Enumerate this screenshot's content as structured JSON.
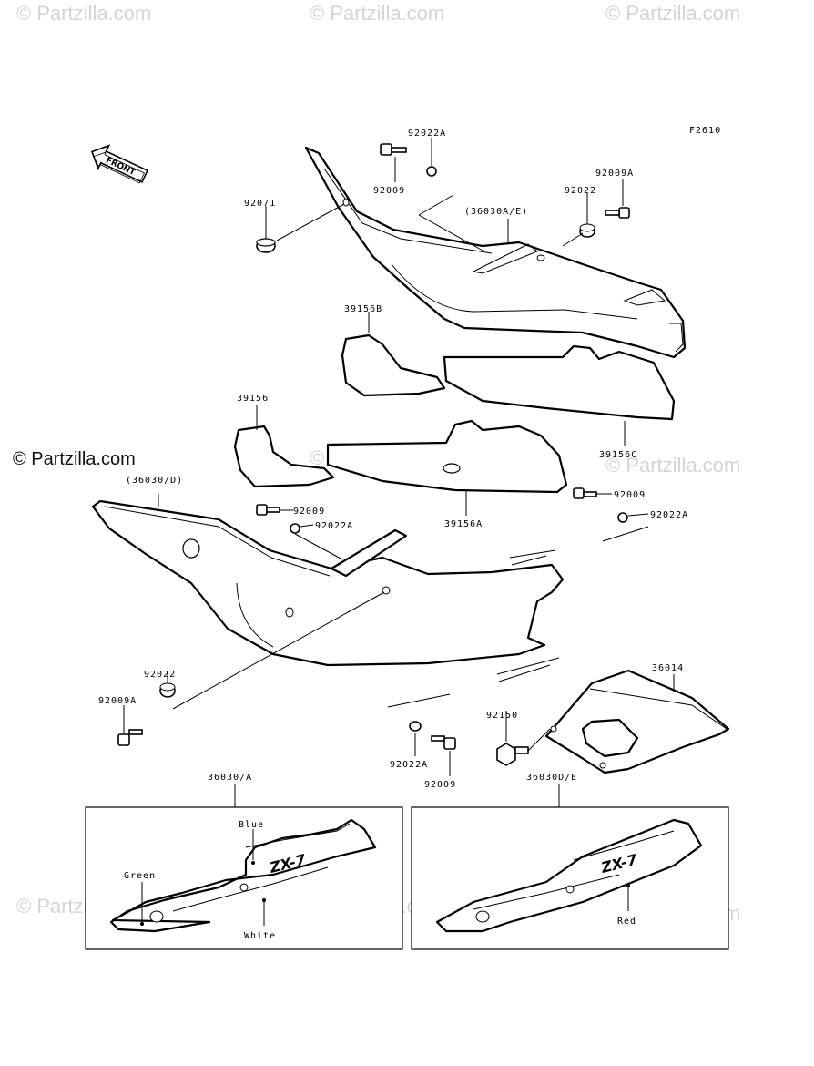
{
  "watermark_text": "© Partzilla.com",
  "figure_code": "F2610",
  "front_arrow_label": "FRONT",
  "labels": {
    "p92022A_top": "92022A",
    "p92009_top": "92009",
    "p92071": "92071",
    "p36030AE": "(36030A/E)",
    "p92022_right": "92022",
    "p92009A_right": "92009A",
    "p39156B": "39156B",
    "p39156C": "39156C",
    "p39156": "39156",
    "p39156A": "39156A",
    "p36030D": "(36030/D)",
    "p92009_mid": "92009",
    "p92022A_mid": "92022A",
    "p92009_midright": "92009",
    "p92022A_midright": "92022A",
    "p92022_left": "92022",
    "p92009A_left": "92009A",
    "p92150": "92150",
    "p36014": "36014",
    "p92022A_bottom": "92022A",
    "p92009_bottom": "92009"
  },
  "inset_left": {
    "title": "36030/A",
    "blue": "Blue",
    "green": "Green",
    "white": "White"
  },
  "inset_right": {
    "title": "36030D/E",
    "red": "Red"
  },
  "decal_text": "ZX-7"
}
